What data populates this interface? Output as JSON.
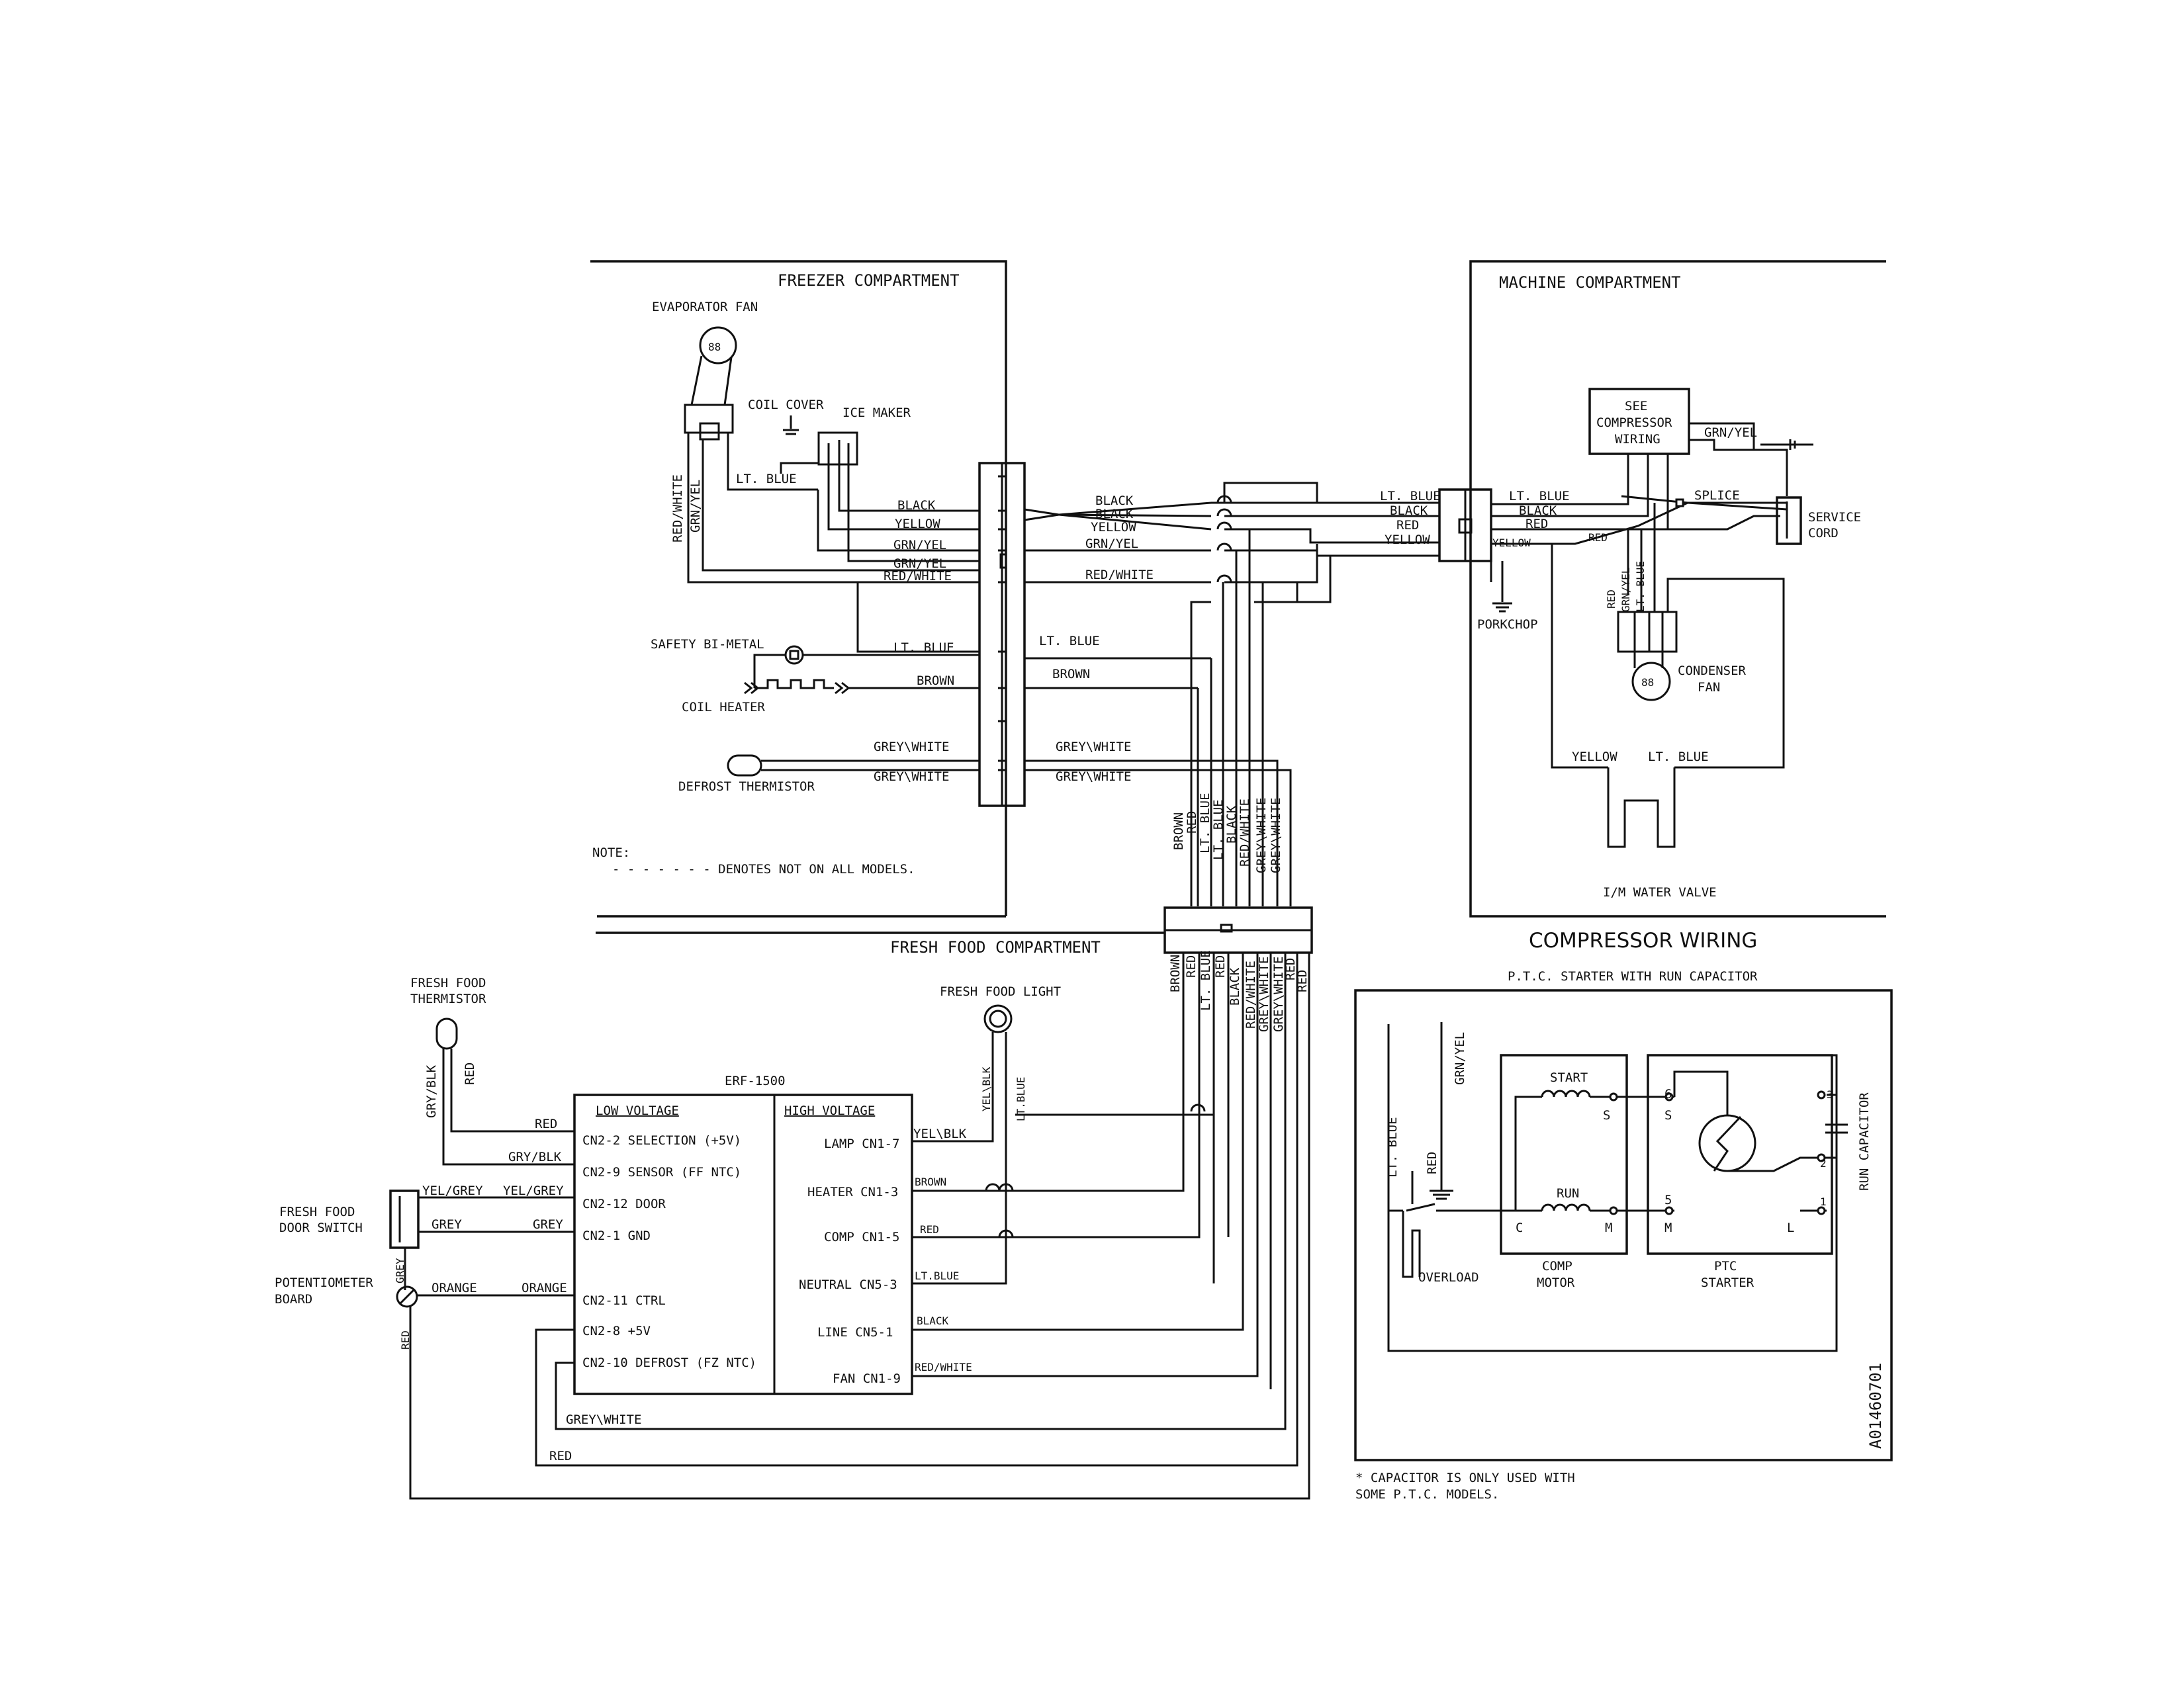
{
  "sections": {
    "freezer": "FREEZER COMPARTMENT",
    "machine": "MACHINE COMPARTMENT",
    "fresh_food": "FRESH FOOD COMPARTMENT",
    "compressor_wiring": "COMPRESSOR WIRING",
    "ptc_subtitle": "P.T.C. STARTER WITH RUN CAPACITOR"
  },
  "components": {
    "evaporator_fan": "EVAPORATOR FAN",
    "coil_cover": "COIL COVER",
    "ice_maker": "ICE MAKER",
    "safety_bimetal": "SAFETY BI-METAL",
    "coil_heater": "COIL HEATER",
    "defrost_thermistor": "DEFROST THERMISTOR",
    "see_comp_1": "SEE",
    "see_comp_2": "COMPRESSOR",
    "see_comp_3": "WIRING",
    "service_cord_1": "SERVICE",
    "service_cord_2": "CORD",
    "splice": "SPLICE",
    "porkchop": "PORKCHOP",
    "condenser_fan_1": "CONDENSER",
    "condenser_fan_2": "FAN",
    "water_valve": "I/M WATER VALVE",
    "ff_thermistor_1": "FRESH FOOD",
    "ff_thermistor_2": "THERMISTOR",
    "ff_light": "FRESH FOOD LIGHT",
    "door_switch_1": "FRESH FOOD",
    "door_switch_2": "DOOR SWITCH",
    "pot_board_1": "POTENTIOMETER",
    "pot_board_2": "BOARD",
    "board_name": "ERF-1500"
  },
  "note": {
    "title": "NOTE:",
    "text": "- - - - - - - DENOTES NOT ON ALL MODELS."
  },
  "board": {
    "low_title": "LOW VOLTAGE",
    "high_title": "HIGH VOLTAGE",
    "low_pins": [
      "CN2-2 SELECTION (+5V)",
      "CN2-9 SENSOR (FF NTC)",
      "CN2-12 DOOR",
      "CN2-1 GND",
      "CN2-11 CTRL",
      "CN2-8 +5V",
      "CN2-10 DEFROST (FZ NTC)"
    ],
    "high_pins": [
      "LAMP CN1-7",
      "HEATER CN1-3",
      "COMP CN1-5",
      "NEUTRAL CN5-3",
      "LINE CN5-1",
      "FAN CN1-9"
    ]
  },
  "compressor": {
    "start": "START",
    "run": "RUN",
    "s": "S",
    "c": "C",
    "m": "M",
    "l": "L",
    "pin6": "6",
    "pin5": "5",
    "pin3": "3",
    "pin2": "2",
    "pin1": "1",
    "overload": "OVERLOAD",
    "comp_motor_1": "COMP",
    "comp_motor_2": "MOTOR",
    "ptc_1": "PTC",
    "ptc_2": "STARTER",
    "run_capacitor": "RUN CAPACITOR",
    "lt_blue": "LT. BLUE",
    "red": "RED",
    "grn_yel": "GRN/YEL",
    "footnote_1": "* CAPACITOR IS ONLY USED WITH",
    "footnote_2": "SOME P.T.C. MODELS.",
    "drawing_no": "A01460701"
  },
  "wires": {
    "red_white": "RED/WHITE",
    "grn_yel": "GRN/YEL",
    "lt_blue": "LT. BLUE",
    "black": "BLACK",
    "yellow": "YELLOW",
    "red": "RED",
    "brown": "BROWN",
    "grey_white": "GREY\\WHITE",
    "gry_blk": "GRY/BLK",
    "yel_grey": "YEL/GREY",
    "grey": "GREY",
    "orange": "ORANGE",
    "yel_blk": "YEL\\BLK",
    "ltblue_nodot": "LT.BLUE",
    "red_yel": "RED",
    "grn_yel_v": "GRN/YEL",
    "lt_blue_v": "LT. BLUE"
  }
}
